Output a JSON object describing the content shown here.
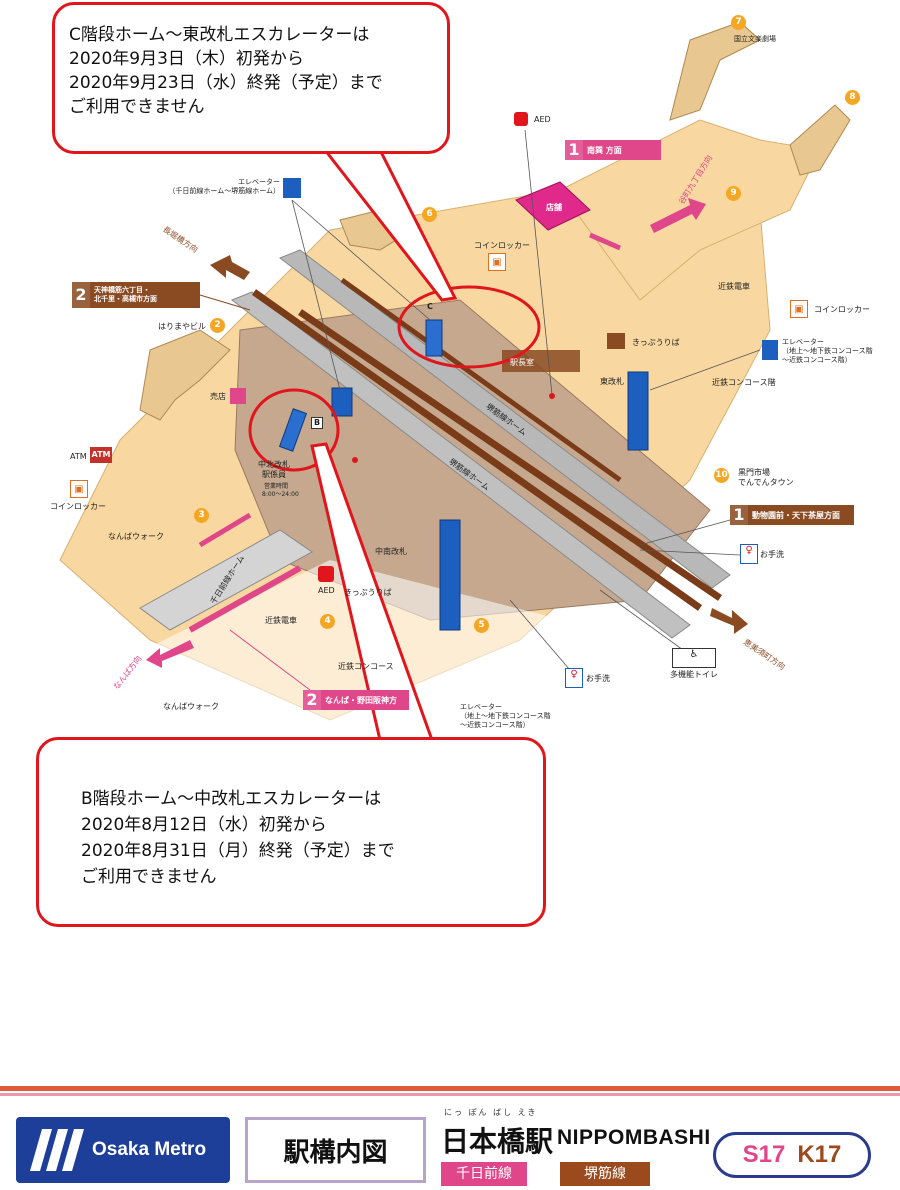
{
  "notices": {
    "c_stairs": {
      "lines": [
        "C階段ホーム〜東改札エスカレーターは",
        "2020年9月3日（木）初発から",
        "2020年9月23日（水）終発（予定）まで",
        "ご利用できません"
      ]
    },
    "b_stairs": {
      "lines": [
        "B階段ホーム〜中改札エスカレーターは",
        "2020年8月12日（水）初発から",
        "2020年8月31日（月）終発（予定）まで",
        "ご利用できません"
      ]
    }
  },
  "map": {
    "platforms": {
      "sakaisuji": "堺筋線ホーム",
      "sakaisuji_2": "堺筋線ホーム",
      "sennichimae": "千日前線ホーム"
    },
    "gates": {
      "east": "東改札",
      "middle_north": "中北改札",
      "middle_south": "中南改札",
      "station_office": "駅長室",
      "station_office_2": "駅係員",
      "middle_hours_label": "営業時間",
      "middle_hours": "8:00〜24:00"
    },
    "stair_letters": {
      "b": "B",
      "c": "C"
    },
    "facilities": {
      "aed_top": "AED",
      "aed_bottom": "AED",
      "elevator_top": "エレベーター\n（千日前線ホーム〜堺筋線ホーム）",
      "elevator_right": "エレベーター\n（地上〜地下鉄コンコース階\n〜近鉄コンコース階）",
      "elevator_bottom": "エレベーター\n（地上〜地下鉄コンコース階\n〜近鉄コンコース階）",
      "coin_locker_1": "コインロッカー",
      "coin_locker_2": "コインロッカー",
      "coin_locker_3": "コインロッカー",
      "ticket": "きっぷうりば",
      "ticket_2": "きっぷうりば",
      "store": "店舗",
      "kiosk": "売店",
      "atm": "ATM",
      "atm_badge": "ATM",
      "toilet_right": "お手洗",
      "toilet_bottom": "お手洗",
      "multi_toilet": "多機能トイレ"
    },
    "places": {
      "kintetsu_top": "近鉄電車",
      "kintetsu_left": "近鉄電車",
      "kintetsu_concourse_right": "近鉄コンコース階",
      "kintetsu_concourse_bottom": "近鉄コンコース",
      "namba_walk_1": "なんばウォーク",
      "namba_walk_2": "なんばウォーク",
      "kuromon": "黒門市場\nでんでんタウン",
      "harimaya": "はりまやビル",
      "bunraku": "国立文楽劇場"
    },
    "directions": {
      "nagahoribashi": "長堀橋方向",
      "tanimachi": "谷町九丁目方向",
      "ebisucho": "恵美須町方向",
      "namba": "なんば方向"
    },
    "exits_numbered": [
      "2",
      "3",
      "4",
      "5",
      "6",
      "7",
      "8",
      "9",
      "10"
    ],
    "line_exits": [
      {
        "num": "1",
        "label": "南巽 方面",
        "color": "#e0478a"
      },
      {
        "num": "2",
        "label": "天神橋筋六丁目・\n北千里・高槻市方面",
        "color": "#8a4a22"
      },
      {
        "num": "1",
        "label": "動物園前・天下茶屋方面",
        "color": "#8a4a22"
      },
      {
        "num": "2",
        "label": "なんば・野田阪神方",
        "color": "#e0478a"
      }
    ]
  },
  "footer": {
    "brand": "Osaka Metro",
    "plan_title": "駅構内図",
    "station_ruby": "にっ ぽん ばし えき",
    "station_name": "日本橋駅",
    "station_roman": "NIPPOMBASHI",
    "line_sennichimae": "千日前線",
    "line_sakaisuji": "堺筋線",
    "code_sennichimae": "S17",
    "code_sakaisuji": "K17"
  },
  "colors": {
    "sennichimae": "#e0478a",
    "sakaisuji": "#8a4a22",
    "callout_border": "#e0161c",
    "concourse": "#f8d8a0",
    "platform_floor": "#c6a88e",
    "brand_blue": "#1d3f9a"
  }
}
